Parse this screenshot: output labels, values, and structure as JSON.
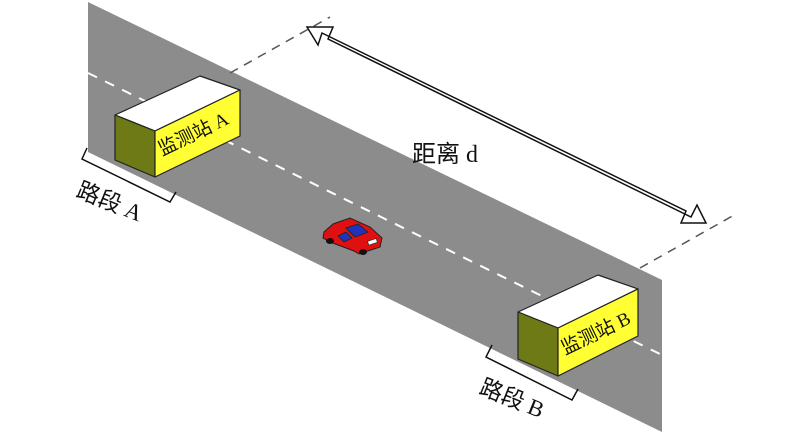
{
  "station_a": {
    "label": "监测站 A"
  },
  "station_b": {
    "label": "监测站 B"
  },
  "segment_a": {
    "label": "路段 A"
  },
  "segment_b": {
    "label": "路段 B"
  },
  "distance": {
    "label": "距离 d"
  },
  "colors": {
    "road": "#8c8c8c",
    "box_front": "#ffff33",
    "box_side": "#6e7a16",
    "box_top": "#ffffff",
    "arrow_fill": "#ffffff",
    "car_body": "#e01010",
    "car_window": "#2233bb",
    "dash": "#ffffff",
    "guide": "#555555"
  }
}
